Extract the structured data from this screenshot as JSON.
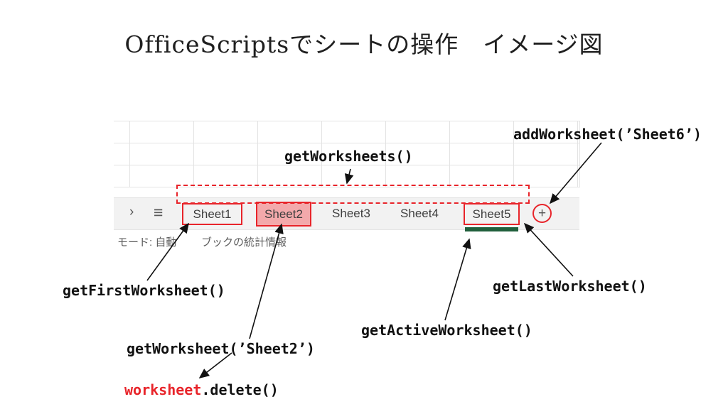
{
  "slide": {
    "title": "OfficeScriptsでシートの操作　イメージ図"
  },
  "excel": {
    "chevron": "›",
    "menu": "≡",
    "tabs": [
      {
        "label": "Sheet1"
      },
      {
        "label": "Sheet2"
      },
      {
        "label": "Sheet3"
      },
      {
        "label": "Sheet4"
      },
      {
        "label": "Sheet5",
        "active": true
      }
    ],
    "add_button": "+",
    "status": {
      "mode": "モード: 自動",
      "stats": "ブックの統計情報"
    }
  },
  "annotations": {
    "getWorksheets": "getWorksheets()",
    "addWorksheet": "addWorksheet(’Sheet6’)",
    "getFirstWorksheet": "getFirstWorksheet()",
    "getLastWorksheet": "getLastWorksheet()",
    "getActiveWorksheet": "getActiveWorksheet()",
    "getWorksheet": "getWorksheet(’Sheet2’)",
    "worksheetDelete": {
      "object": "worksheet",
      "method": ".delete()"
    }
  },
  "colors": {
    "annotation_red": "#e8242a",
    "active_tab_green": "#20603c",
    "sheet2_highlight_pink": "#f3a9ab"
  }
}
